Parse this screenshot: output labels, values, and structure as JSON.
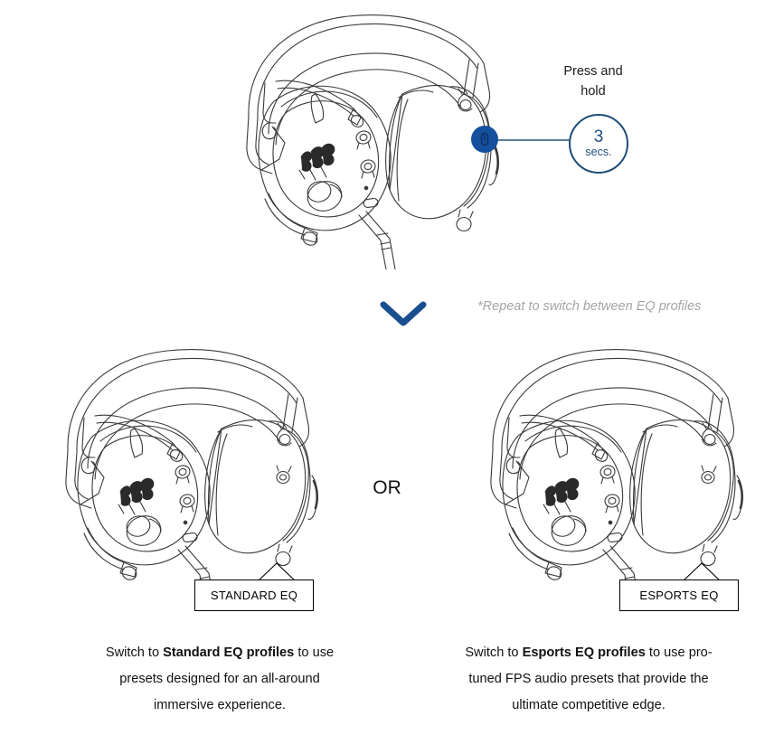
{
  "diagram": {
    "title": "Headset EQ profile switching instructions",
    "colors": {
      "accent_blue": "#14509e",
      "navy": "#1f4e79",
      "leader_gray": "#5b7d99",
      "note_gray": "#a6a6a6",
      "line_art": "#3a3a3a"
    }
  },
  "step_top": {
    "press_hold_label": "Press and\nhold",
    "press_hold_line1": "Press and",
    "press_hold_line2": "hold",
    "duration_value": "3",
    "duration_unit": "secs.",
    "button_icon": "power-button-icon",
    "headset_alt": "Razer gaming headset with boom microphone, side view"
  },
  "divider": {
    "chevron_icon": "chevron-down-icon",
    "repeat_note": "*Repeat to switch between EQ profiles",
    "or_label": "OR"
  },
  "branches": [
    {
      "id": "standard",
      "callout_label": "STANDARD EQ",
      "headset_alt": "Razer gaming headset with boom microphone, side view",
      "caption": {
        "before": "Switch to ",
        "bold": "Standard EQ profiles",
        "after": " to use presets designed for an all-around immersive experience.",
        "full_text": "Switch to Standard EQ profiles to use presets designed for an all-around immersive experience."
      }
    },
    {
      "id": "esports",
      "callout_label": "ESPORTS EQ",
      "headset_alt": "Razer gaming headset with boom microphone, side view",
      "caption": {
        "before": "Switch to ",
        "bold": "Esports EQ profiles",
        "after": " to use pro-tuned FPS audio presets that provide the ultimate competitive edge.",
        "full_text": "Switch to Esports EQ profiles to use pro-tuned FPS audio presets that provide the ultimate competitive edge."
      }
    }
  ]
}
